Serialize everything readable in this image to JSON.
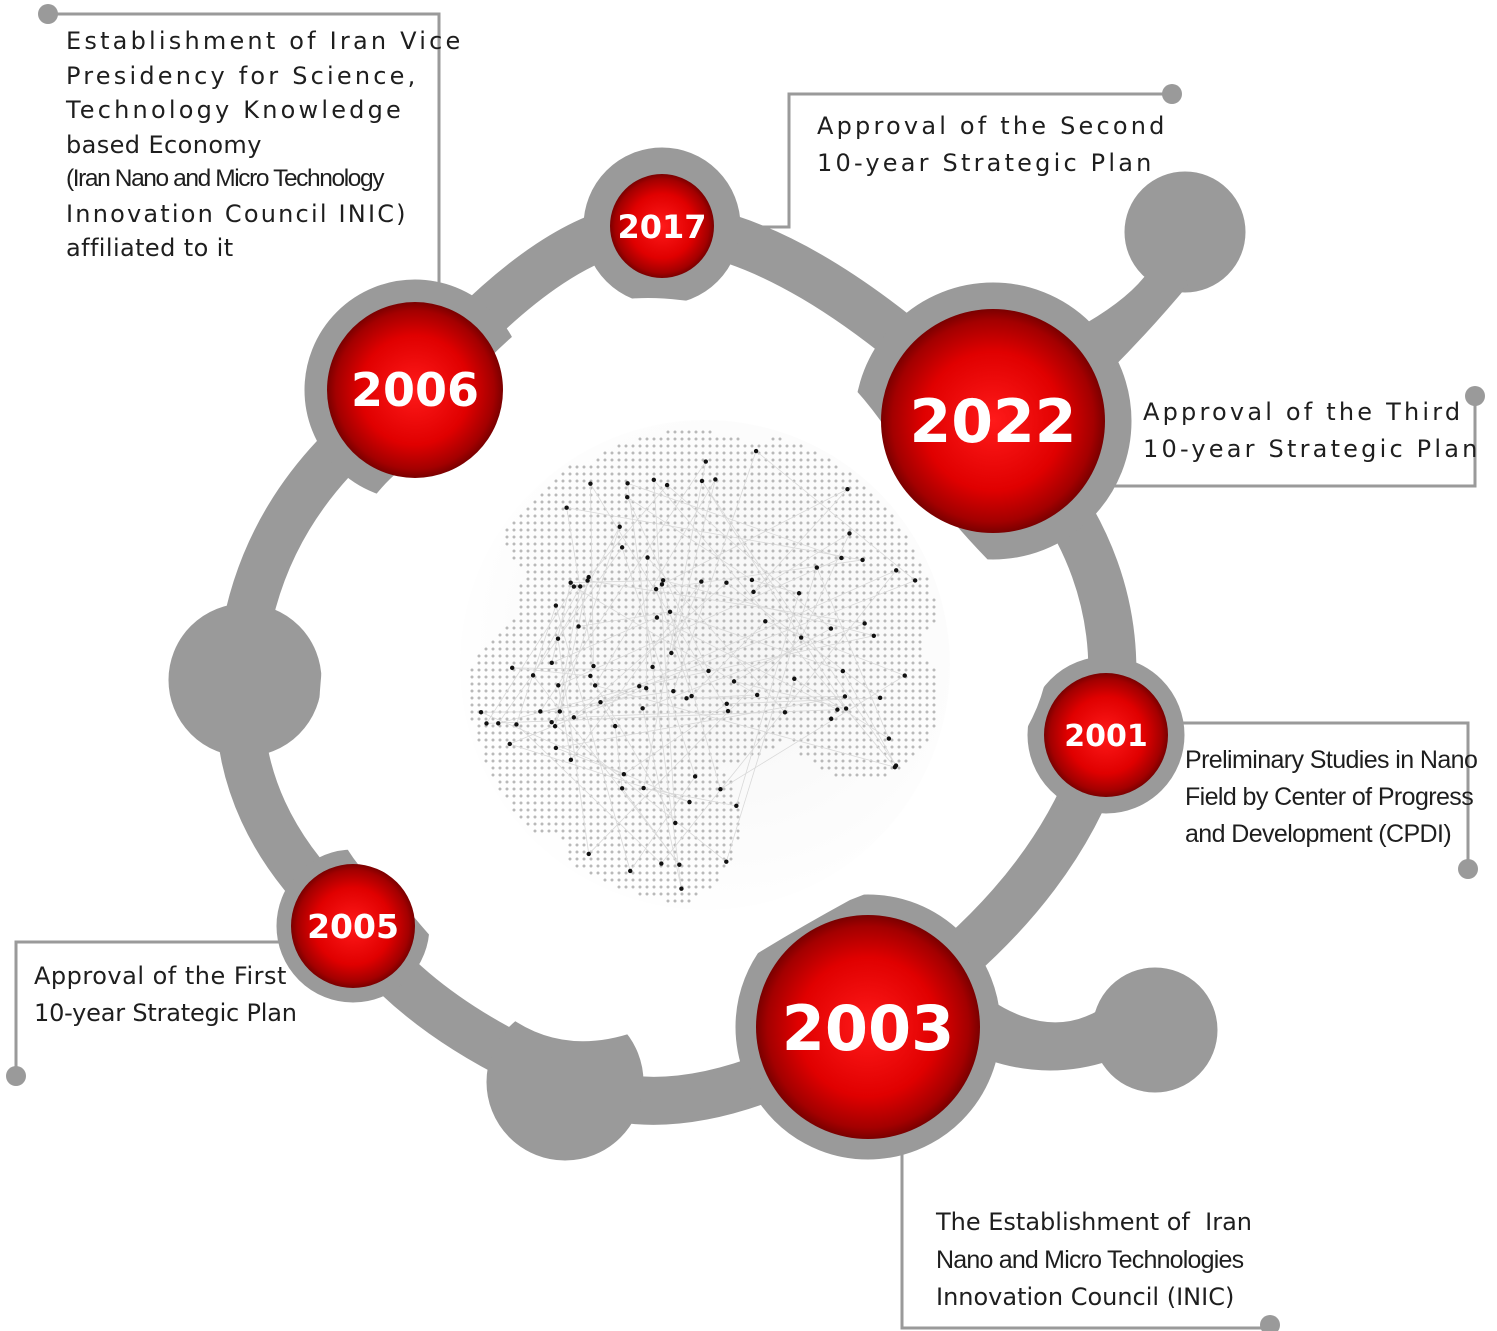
{
  "milestones": [
    {
      "year": "2006",
      "lines": [
        "Establishment of Iran Vice",
        "Presidency for Science,",
        "Technology Knowledge",
        "based Economy",
        "(Iran Nano and Micro Technology",
        "Innovation Council INIC)",
        "affiliated to it"
      ]
    },
    {
      "year": "2017",
      "lines": [
        "Approval of the Second",
        "10-year Strategic Plan"
      ]
    },
    {
      "year": "2022",
      "lines": [
        "Approval of the Third",
        "10-year Strategic Plan"
      ]
    },
    {
      "year": "2001",
      "lines": [
        "Preliminary Studies in Nano",
        "Field by Center of Progress",
        "and Development (CPDI)"
      ]
    },
    {
      "year": "2003",
      "lines": [
        "The Establishment of  Iran",
        "Nano and Micro Technologies",
        "Innovation Council (INIC)"
      ]
    },
    {
      "year": "2005",
      "lines": [
        "Approval of the First",
        "10-year Strategic Plan"
      ]
    }
  ],
  "colors": {
    "ring": "#9a9a9a",
    "node_red": "#e00000",
    "node_dark": "#8a0000",
    "connector": "#9a9a9a",
    "globe_dot": "#b9b9b9",
    "globe_node": "#111111"
  }
}
